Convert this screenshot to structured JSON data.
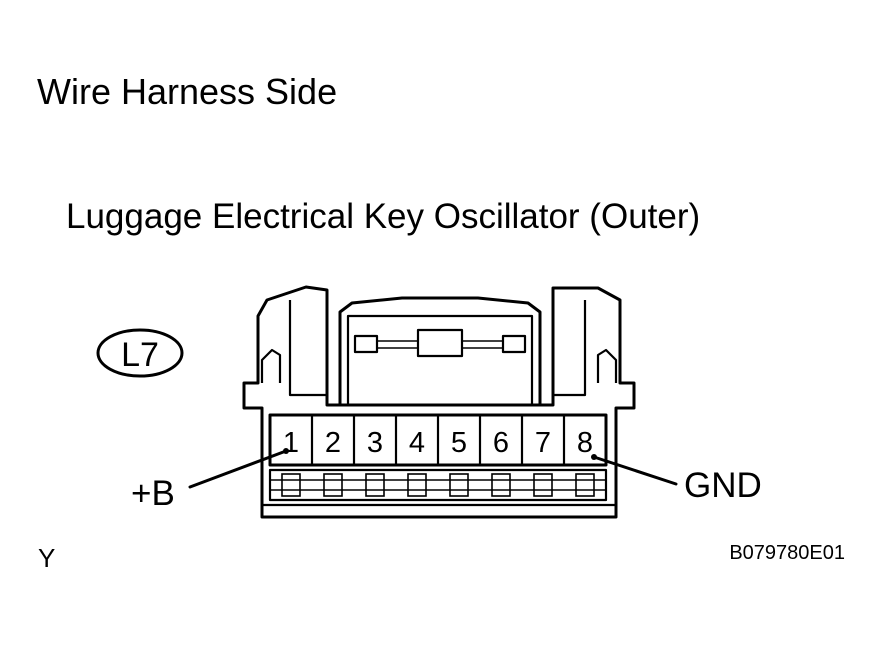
{
  "header": {
    "side_title": "Wire Harness Side",
    "component_name": "Luggage Electrical Key Oscillator (Outer)"
  },
  "connector": {
    "id": "L7",
    "pins": [
      "1",
      "2",
      "3",
      "4",
      "5",
      "6",
      "7",
      "8"
    ],
    "callouts": {
      "left": "+B",
      "right": "GND"
    }
  },
  "footer": {
    "corner_mark": "Y",
    "figure_code": "B079780E01"
  }
}
